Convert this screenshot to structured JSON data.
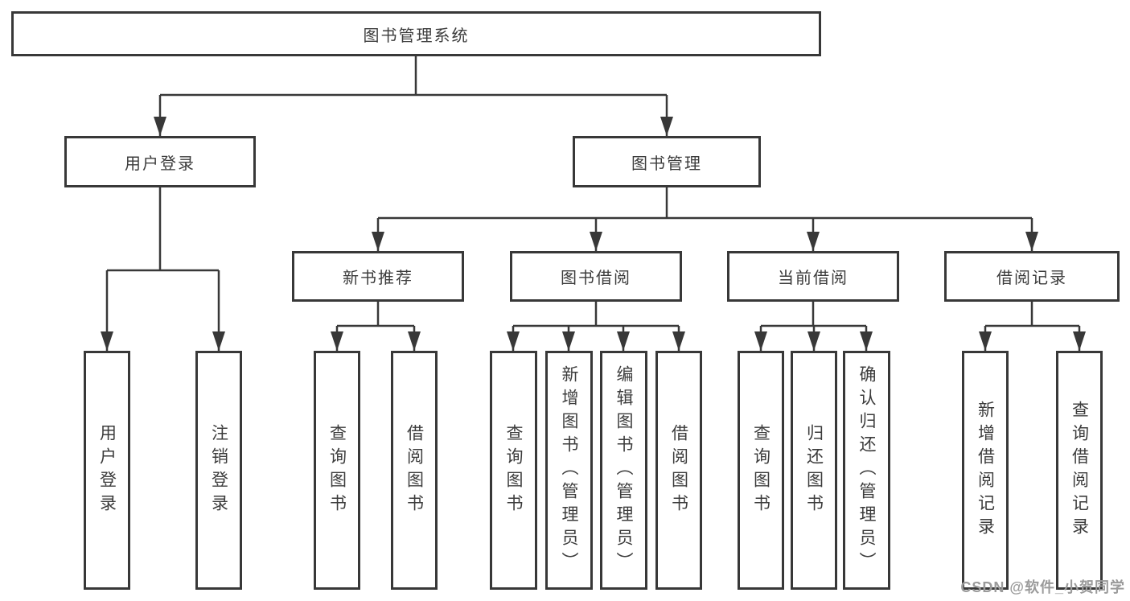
{
  "diagram": {
    "root": {
      "label": "图书管理系统"
    },
    "branches": [
      {
        "label": "用户登录",
        "children": [
          {
            "label": "用户登录"
          },
          {
            "label": "注销登录"
          }
        ]
      },
      {
        "label": "图书管理",
        "groups": [
          {
            "label": "新书推荐",
            "children": [
              {
                "label": "查询图书"
              },
              {
                "label": "借阅图书"
              }
            ]
          },
          {
            "label": "图书借阅",
            "children": [
              {
                "label": "查询图书"
              },
              {
                "label": "新增图书（管理员）"
              },
              {
                "label": "编辑图书（管理员）"
              },
              {
                "label": "借阅图书"
              }
            ]
          },
          {
            "label": "当前借阅",
            "children": [
              {
                "label": "查询图书"
              },
              {
                "label": "归还图书"
              },
              {
                "label": "确认归还（管理员）"
              }
            ]
          },
          {
            "label": "借阅记录",
            "children": [
              {
                "label": "新增借阅记录"
              },
              {
                "label": "查询借阅记录"
              }
            ]
          }
        ]
      }
    ]
  },
  "watermark": {
    "text": "CSDN @软件_小贺同学"
  },
  "colors": {
    "line": "#383838",
    "text": "#3c3c3c",
    "background": "#ffffff",
    "watermark": "#9b9b9b"
  }
}
